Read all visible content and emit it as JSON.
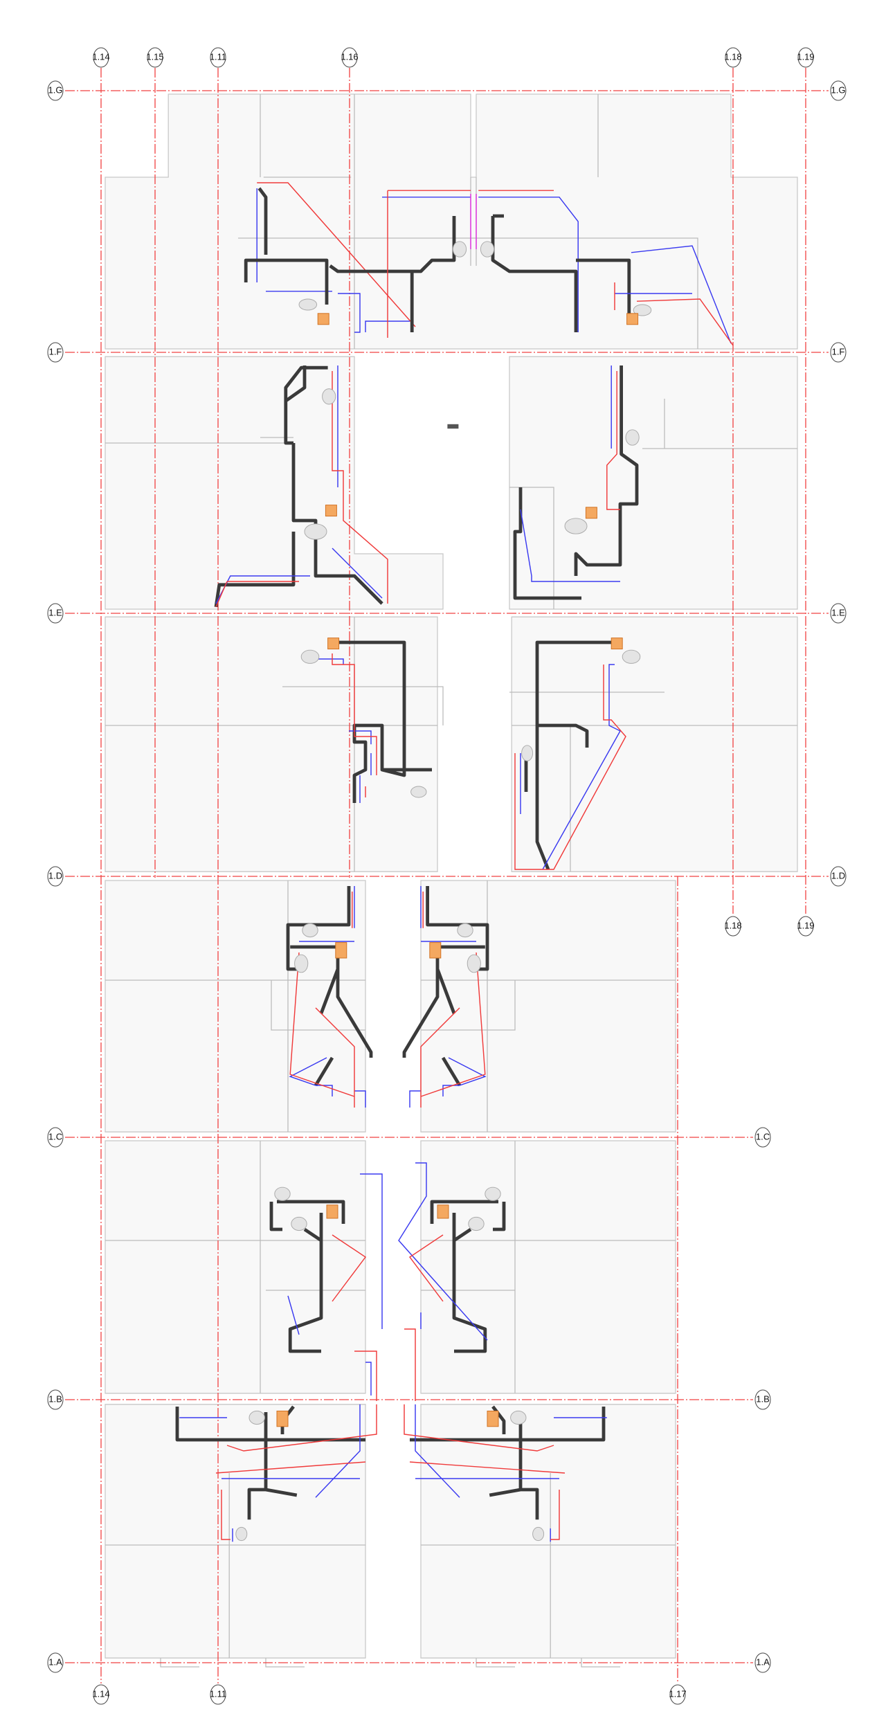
{
  "drawing": {
    "type": "plumbing floor plan",
    "grid_columns_top": [
      "1.14",
      "1.15",
      "1.11",
      "1.16",
      "1.18",
      "1.19"
    ],
    "grid_columns_mid": [
      "1.18",
      "1.19"
    ],
    "grid_columns_bottom": [
      "1.14",
      "1.11",
      "1.17"
    ],
    "grid_rows": [
      "1.G",
      "1.F",
      "1.E",
      "1.D",
      "1.C",
      "1.B",
      "1.A"
    ],
    "colors": {
      "grid": "#f04040",
      "waste_pipe": "#3a3a3a",
      "cold_water": "#3a3af0",
      "hot_water": "#f03a3a",
      "equipment": "#f4a860"
    }
  }
}
